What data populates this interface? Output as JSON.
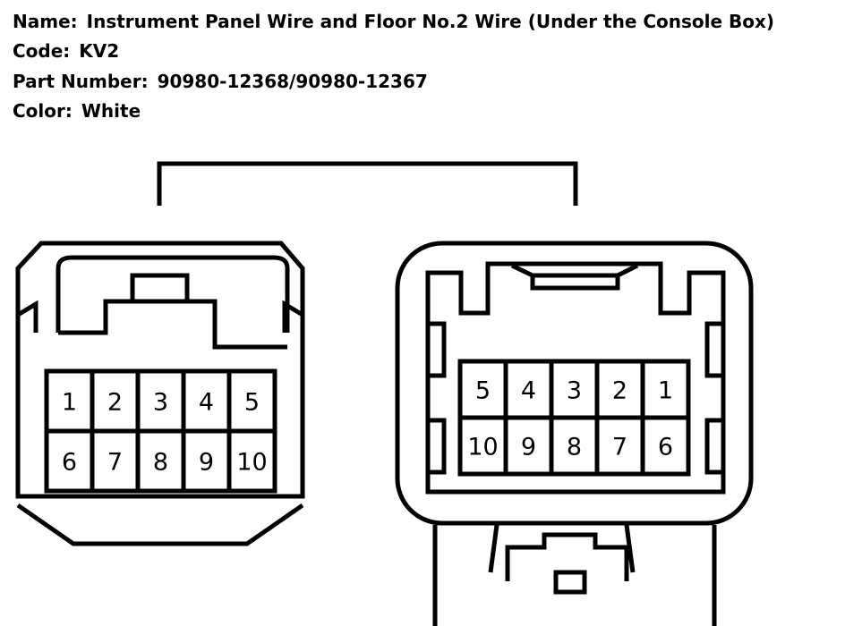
{
  "info": {
    "name_label": "Name:",
    "name_value": "Instrument Panel Wire and Floor No.2 Wire (Under the Console Box)",
    "code_label": "Code:",
    "code_value": "KV2",
    "part_label": "Part Number:",
    "part_value": "90980-12368/90980-12367",
    "color_label": "Color:",
    "color_value": "White"
  },
  "left_connector": {
    "rows": [
      [
        "1",
        "2",
        "3",
        "4",
        "5"
      ],
      [
        "6",
        "7",
        "8",
        "9",
        "10"
      ]
    ]
  },
  "right_connector": {
    "rows": [
      [
        "5",
        "4",
        "3",
        "2",
        "1"
      ],
      [
        "10",
        "9",
        "8",
        "7",
        "6"
      ]
    ]
  },
  "colors": {
    "line": "#000000",
    "background": "#ffffff"
  }
}
